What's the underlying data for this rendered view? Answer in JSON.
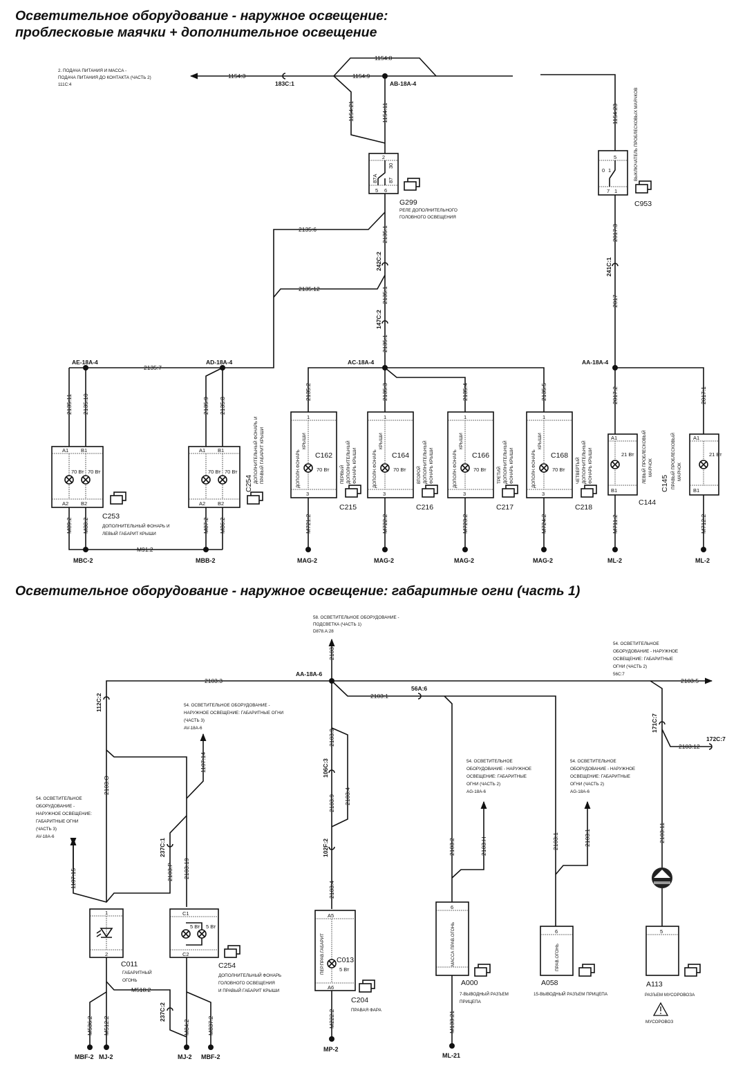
{
  "titles": {
    "section1_line1": "Осветительное оборудование - наружное освещение:",
    "section1_line2": "проблесковые маячки + дополнительное освещение",
    "section2": "Осветительное оборудование - наружное освещение: габаритные огни (часть 1)"
  },
  "section1": {
    "ref_left": [
      "2. ПОДАЧА ПИТАНИЯ И МАССА -",
      "ПОДАЧА ПИТАНИЯ ДО КОНТАКТА (ЧАСТЬ 2)",
      "111C:4"
    ],
    "wires": {
      "w1154_3": "1154:3",
      "w1154_8": "1154:8",
      "w1154_9": "1154:9",
      "w1154_21": "1154:21",
      "w1154_11": "1154:11",
      "w1154_23": "1154:23",
      "w2135_6": "2135:6",
      "w2135_12": "2135:12",
      "w2135_1a": "2135:1",
      "w2135_1b": "2135:1",
      "w2135_1c": "2135:1",
      "w2135_7": "2135:7",
      "w2135_11": "2135:11",
      "w2135_10": "2135:10",
      "w2135_9": "2135:9",
      "w2135_8": "2135:8",
      "w2135_2": "2135:2",
      "w2135_3": "2135:3",
      "w2135_4": "2135:4",
      "w2135_5": "2135:5",
      "w2017_3": "2017:3",
      "w2017": "2017",
      "w2017_2": "2017:2",
      "w2017_1": "2017:1",
      "m89": "M89:2",
      "m88": "M88:2",
      "m87": "M87:2",
      "m86": "M86:2",
      "m91": "M91:2",
      "m721": "M721:2",
      "m722": "M722:2",
      "m723": "M723:2",
      "m724": "M724:2",
      "m711": "M711:2",
      "m712": "M712:2"
    },
    "connectors": {
      "c183": "183C:1",
      "c242": "242C:2",
      "c147": "147C:2",
      "c241": "241C:1"
    },
    "splices": {
      "ab": "AB-18A-4",
      "ae": "AE-18A-4",
      "ad": "AD-18A-4",
      "ac": "AC-18A-4",
      "aa": "AA-18A-4"
    },
    "relay": {
      "id": "G299",
      "desc": [
        "РЕЛЕ ДОПОЛНИТЕЛЬНОГО",
        "ГОЛОВНОГО ОСВЕЩЕНИЯ"
      ],
      "pins": {
        "p2": "2",
        "p30": "30",
        "p87a": "87A",
        "p87": "87",
        "p5": "5",
        "p6": "6"
      }
    },
    "switch": {
      "id": "C953",
      "desc": "ВЫКЛЮЧАТЕЛЬ ПРОБЛЕСКОВЫХ МАЯЧКОВ",
      "pins": {
        "p5": "5",
        "p0": "0",
        "p1": "1",
        "p7": "7",
        "p1b": "1"
      }
    },
    "lamp_pairs": [
      {
        "id": "C253",
        "pins": [
          "A1",
          "B1",
          "A2",
          "B2"
        ],
        "watts": [
          "70 Вт",
          "70 Вт"
        ],
        "desc": [
          "ДОПОЛНИТЕЛЬНЫЙ ФОНАРЬ И",
          "ЛЕВЫЙ ГАБАРИТ КРЫШИ"
        ]
      },
      {
        "id": "C254",
        "pins": [
          "A1",
          "B1",
          "A2",
          "B2"
        ],
        "watts": [
          "70 Вт",
          "70 Вт"
        ],
        "desc": [
          "ДОПОЛНИТЕЛЬНЫЙ ФОНАРЬ И",
          "ПРАВЫЙ ГАБАРИТ КРЫШИ"
        ]
      }
    ],
    "roof_lamps": [
      {
        "lamp": "C162",
        "conn": "C215",
        "inner": [
          "ДОПОЛН.ФОНАРЬ",
          "КРЫШИ"
        ],
        "watt": "70 Вт",
        "desc": [
          "ПЕРВЫЙ",
          "ДОПОЛНИТЕЛЬНЫЙ",
          "ФОНАРЬ КРЫШИ"
        ],
        "pin_top": "1",
        "pin_bot": "3"
      },
      {
        "lamp": "C164",
        "conn": "C216",
        "inner": [
          "ДОПОЛН.ФОНАРЬ",
          "КРЫШИ"
        ],
        "watt": "70 Вт",
        "desc": [
          "ВТОРОЙ",
          "ДОПОЛНИТЕЛЬНЫЙ",
          "ФОНАРЬ КРЫШИ"
        ],
        "pin_top": "1",
        "pin_bot": "3"
      },
      {
        "lamp": "C166",
        "conn": "C217",
        "inner": [
          "ДОПОЛН.ФОНАРЬ",
          "КРЫШИ"
        ],
        "watt": "70 Вт",
        "desc": [
          "ТРЕТИЙ",
          "ДОПОЛНИТЕЛЬНЫЙ",
          "ФОНАРЬ КРЫШИ"
        ],
        "pin_top": "1",
        "pin_bot": "3"
      },
      {
        "lamp": "C168",
        "conn": "C218",
        "inner": [
          "ДОПОЛН.ФОНАРЬ",
          "КРЫШИ"
        ],
        "watt": "70 Вт",
        "desc": [
          "ЧЕТВЕРТЫЙ",
          "ДОПОЛНИТЕЛЬНЫЙ",
          "ФОНАРЬ КРЫШИ"
        ],
        "pin_top": "1",
        "pin_bot": "3"
      }
    ],
    "beacons": [
      {
        "id": "C144",
        "pins": [
          "A1",
          "B1"
        ],
        "watt": "21 Вт",
        "desc": [
          "ЛЕВЫЙ ПРОБЛЕСКОВЫЙ",
          "МАЯЧОК"
        ]
      },
      {
        "id": "C145",
        "pins": [
          "A1",
          "B1"
        ],
        "watt": "21 Вт",
        "desc": [
          "ПРАВЫЙ ПРОБЛЕСКОВЫЙ",
          "МАЯЧОК"
        ]
      }
    ],
    "grounds": {
      "mbc": "MBC-2",
      "mbb": "MBB-2",
      "mag": "MAG-2",
      "ml": "ML-2"
    }
  },
  "section2": {
    "ref_top": [
      "58. ОСВЕТИТЕЛЬНОЕ ОБОРУДОВАНИЕ -",
      "ПОДСВЕТКА    (ЧАСТЬ 1)",
      "D878.A:28"
    ],
    "ref_right": [
      "54. ОСВЕТИТЕЛЬНОЕ",
      "ОБОРУДОВАНИЕ - НАРУЖНОЕ",
      "ОСВЕЩЕНИЕ: ГАБАРИТНЫЕ",
      "ОГНИ (ЧАСТЬ 2)",
      "56C:7"
    ],
    "ref_mid": [
      "54. ОСВЕТИТЕЛЬНОЕ ОБОРУДОВАНИЕ -",
      "НАРУЖНОЕ ОСВЕЩЕНИЕ: ГАБАРИТНЫЕ ОГНИ",
      "(ЧАСТЬ 3)",
      "AV-18A-6"
    ],
    "ref_left": [
      "54. ОСВЕТИТЕЛЬНОЕ",
      "ОБОРУДОВАНИЕ -",
      "НАРУЖНОЕ ОСВЕЩЕНИЕ:",
      "ГАБАРИТНЫЕ ОГНИ",
      "(ЧАСТЬ 3)",
      "AV-18A-6"
    ],
    "ref_ag1": [
      "54. ОСВЕТИТЕЛЬНОЕ",
      "ОБОРУДОВАНИЕ - НАРУЖНОЕ",
      "ОСВЕЩЕНИЕ: ГАБАРИТНЫЕ",
      "ОГНИ (ЧАСТЬ 2)",
      "AG-18A-6"
    ],
    "ref_ag2": [
      "54. ОСВЕТИТЕЛЬНОЕ",
      "ОБОРУДОВАНИЕ - НАРУЖНОЕ",
      "ОСВЕЩЕНИЕ: ГАБАРИТНЫЕ",
      "ОГНИ (ЧАСТЬ 2)",
      "AG-18A-6"
    ],
    "splice": "AA-18A-6",
    "wires": {
      "w2103": "2103",
      "w2103_3": "2103:3",
      "w2103_5": "2103:5",
      "w2103_1": "2103:1",
      "w2103_12": "2103:12",
      "w2103_o": "2103:O",
      "w1107_14": "1107:14",
      "w1107_15": "1107:15",
      "w2103_p": "2103:P",
      "w2103_19": "2103:19",
      "w2103_9a": "2103:9",
      "w2103_9b": "2103:9",
      "w2103_4a": "2103:4",
      "w2103_4b": "2103:4",
      "w2103_2": "2103:2",
      "w2103_h": "2103:H",
      "w2103_1b": "2103:1",
      "w2103_1c": "2103:1",
      "w2103_11": "2103:11",
      "m518": "M518:2",
      "m536": "M536:2",
      "m512": "M512:2",
      "m84": "M84:2",
      "m837": "M837:2",
      "m222": "M222:2",
      "m133": "M133:21"
    },
    "connectors": {
      "c112": "112C:2",
      "c237_1": "237C:1",
      "c237_2": "237C:2",
      "c106": "106C:3",
      "c102": "102F:2",
      "c56a": "56A:6",
      "c171": "171C:7",
      "c172": "172C:7"
    },
    "c011": {
      "id": "C011",
      "desc": [
        "ГАБАРИТНЫЙ",
        "ОГОНЬ"
      ],
      "pin_top": "1",
      "pin_bot": "2"
    },
    "c254": {
      "id": "C254",
      "pins": [
        "C1",
        "C2"
      ],
      "watts": [
        "5 Вт",
        "5 Вт"
      ],
      "desc": [
        "ДОПОЛНИТЕЛЬНЫЙ ФОНАРЬ",
        "ГОЛОВНОГО ОСВЕЩЕНИЯ",
        "И ПРАВЫЙ ГАБАРИТ КРЫШИ"
      ]
    },
    "c013": {
      "id": "C013",
      "conn": "C204",
      "inner": "ПЕР.ПРАВ.ГАБАРИТ",
      "watt": "5 Вт",
      "pins": [
        "A5",
        "A6"
      ],
      "desc": "ПРАВАЯ ФАРА"
    },
    "a000": {
      "id": "A000",
      "inner": "МАССА  ПРАВ.ОГОНЬ",
      "pin": "6",
      "desc": [
        "7-ВЫВОДНЫЙ РАЗЪЕМ",
        "ПРИЦЕПА"
      ]
    },
    "a058": {
      "id": "A058",
      "inner": "ПРАВ.ОГОНЬ",
      "pin": "6",
      "desc": "15-ВЫВОДНЫЙ РАЗЪЕМ ПРИЦЕПА"
    },
    "a113": {
      "id": "A113",
      "pin": "5",
      "desc": "РАЗЪЕМ МУСОРОВОЗА",
      "warning": "МУСОРОВОЗ"
    },
    "grounds": {
      "mbf1": "MBF-2",
      "mj1": "MJ-2",
      "mj2": "MJ-2",
      "mbf2": "MBF-2",
      "mp": "MP-2",
      "ml21": "ML-21"
    }
  }
}
